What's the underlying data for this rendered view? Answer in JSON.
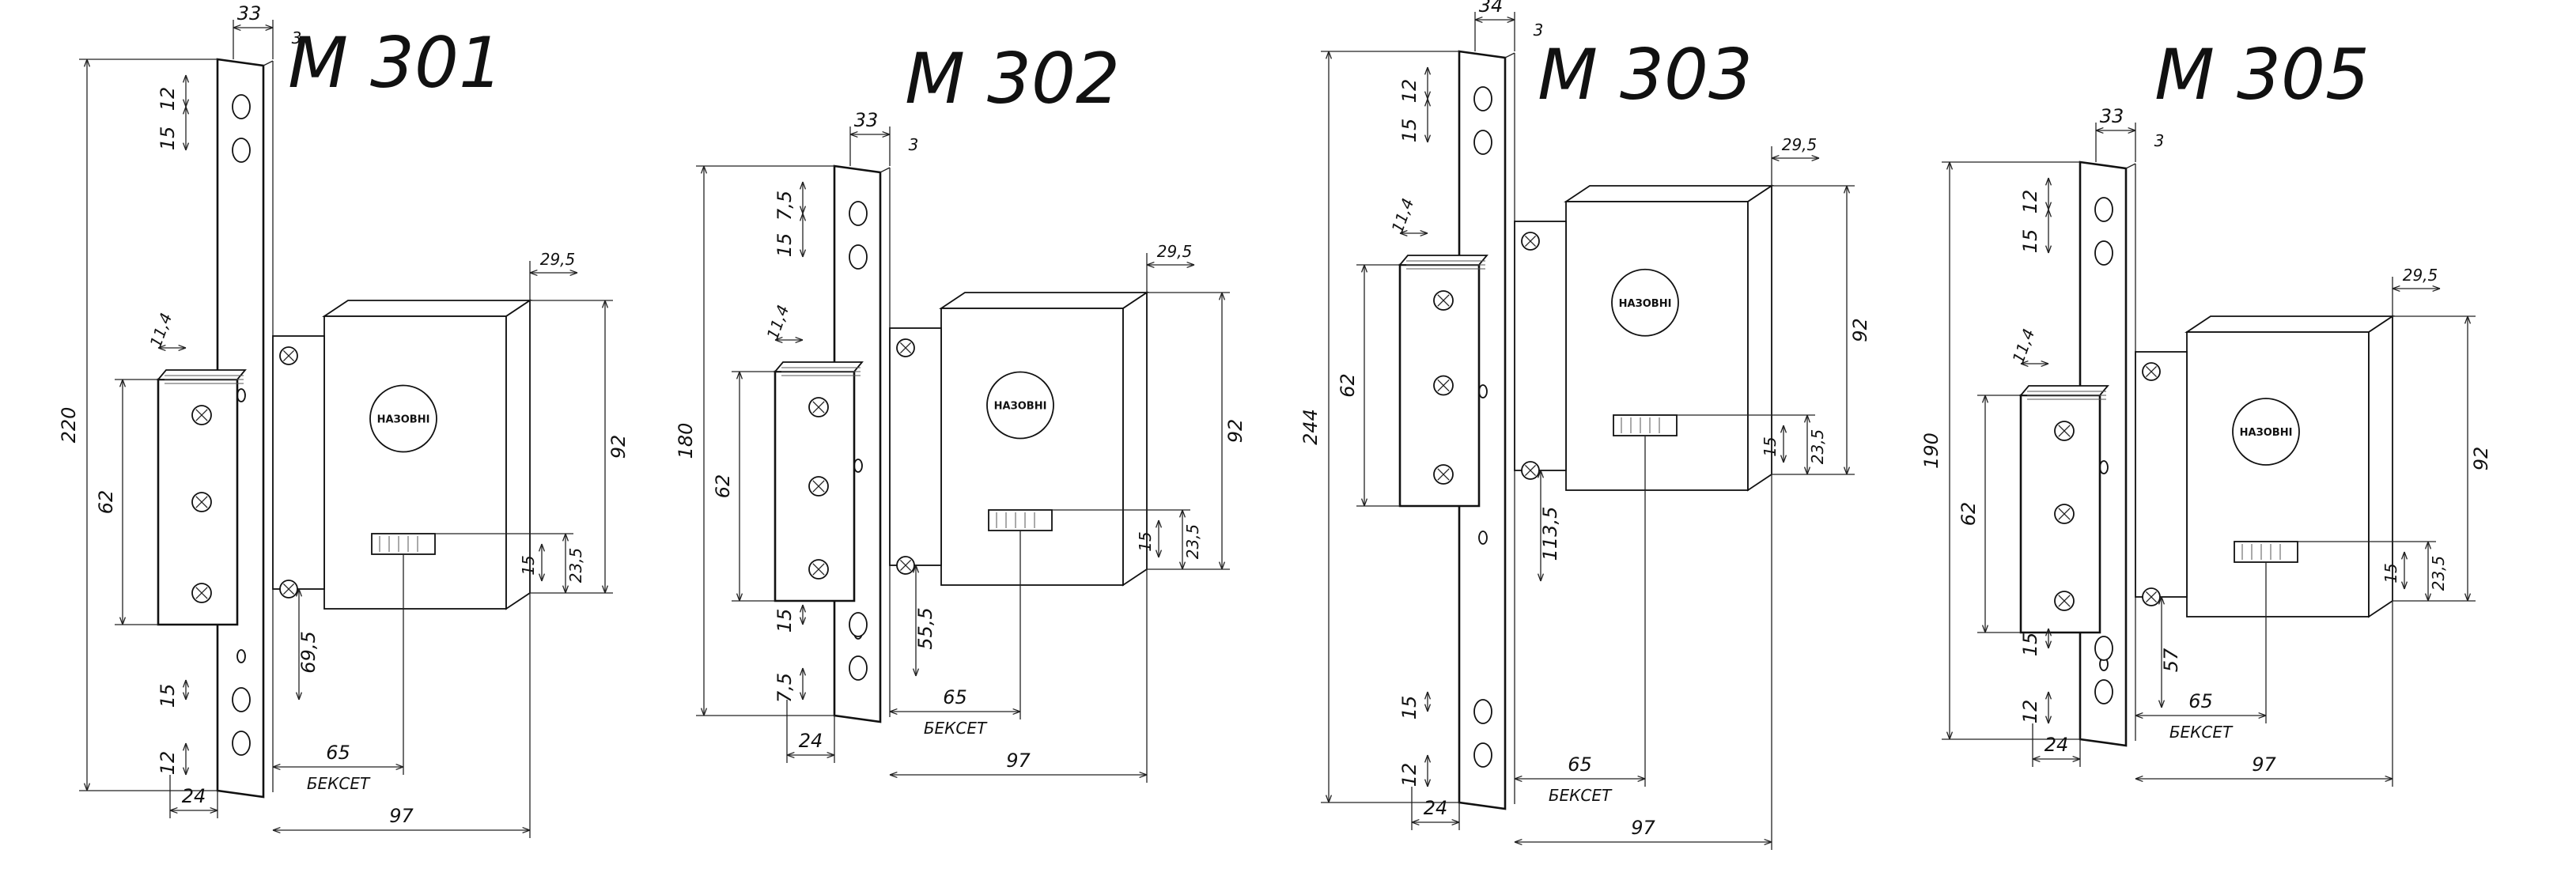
{
  "drawings": [
    {
      "model": "M 301",
      "brand": "НАЗОВНІ",
      "dims": {
        "strip_offset": "33",
        "strip_edge": "3",
        "hole_top_1": "12",
        "hole_top_2": "15",
        "total_height": "220",
        "bolt_width": "11,4",
        "bolt_height": "62",
        "case_width": "29,5",
        "case_height": "92",
        "cyl_height": "23,5",
        "cyl_width": "15",
        "lower_offset": "69,5",
        "hole_bot_1": "15",
        "hole_bot_2": "12",
        "backset": "65",
        "backset_label": "БЕКСЕТ",
        "strip_width": "24",
        "total_width": "97"
      }
    },
    {
      "model": "M 302",
      "brand": "НАЗОВНІ",
      "dims": {
        "strip_offset": "33",
        "strip_edge": "3",
        "hole_top_1": "7,5",
        "hole_top_2": "15",
        "total_height": "180",
        "bolt_width": "11,4",
        "bolt_height": "62",
        "case_width": "29,5",
        "case_height": "92",
        "cyl_height": "23,5",
        "cyl_width": "15",
        "lower_offset": "55,5",
        "hole_bot_1": "15",
        "hole_bot_2": "7,5",
        "backset": "65",
        "backset_label": "БЕКСЕТ",
        "strip_width": "24",
        "total_width": "97"
      }
    },
    {
      "model": "M 303",
      "brand": "НАЗОВНІ",
      "dims": {
        "strip_offset": "34",
        "strip_edge": "3",
        "hole_top_1": "12",
        "hole_top_2": "15",
        "total_height": "244",
        "bolt_width": "11,4",
        "bolt_height": "62",
        "case_width": "29,5",
        "case_height": "92",
        "cyl_height": "23,5",
        "cyl_width": "15",
        "lower_offset": "113,5",
        "hole_bot_1": "15",
        "hole_bot_2": "12",
        "backset": "65",
        "backset_label": "БЕКСЕТ",
        "strip_width": "24",
        "total_width": "97"
      }
    },
    {
      "model": "M 305",
      "brand": "НАЗОВНІ",
      "dims": {
        "strip_offset": "33",
        "strip_edge": "3",
        "hole_top_1": "12",
        "hole_top_2": "15",
        "total_height": "190",
        "bolt_width": "11,4",
        "bolt_height": "62",
        "case_width": "29,5",
        "case_height": "92",
        "cyl_height": "23,5",
        "cyl_width": "15",
        "lower_offset": "57",
        "hole_bot_1": "15",
        "hole_bot_2": "12",
        "backset": "65",
        "backset_label": "БЕКСЕТ",
        "strip_width": "24",
        "total_width": "97"
      }
    }
  ]
}
